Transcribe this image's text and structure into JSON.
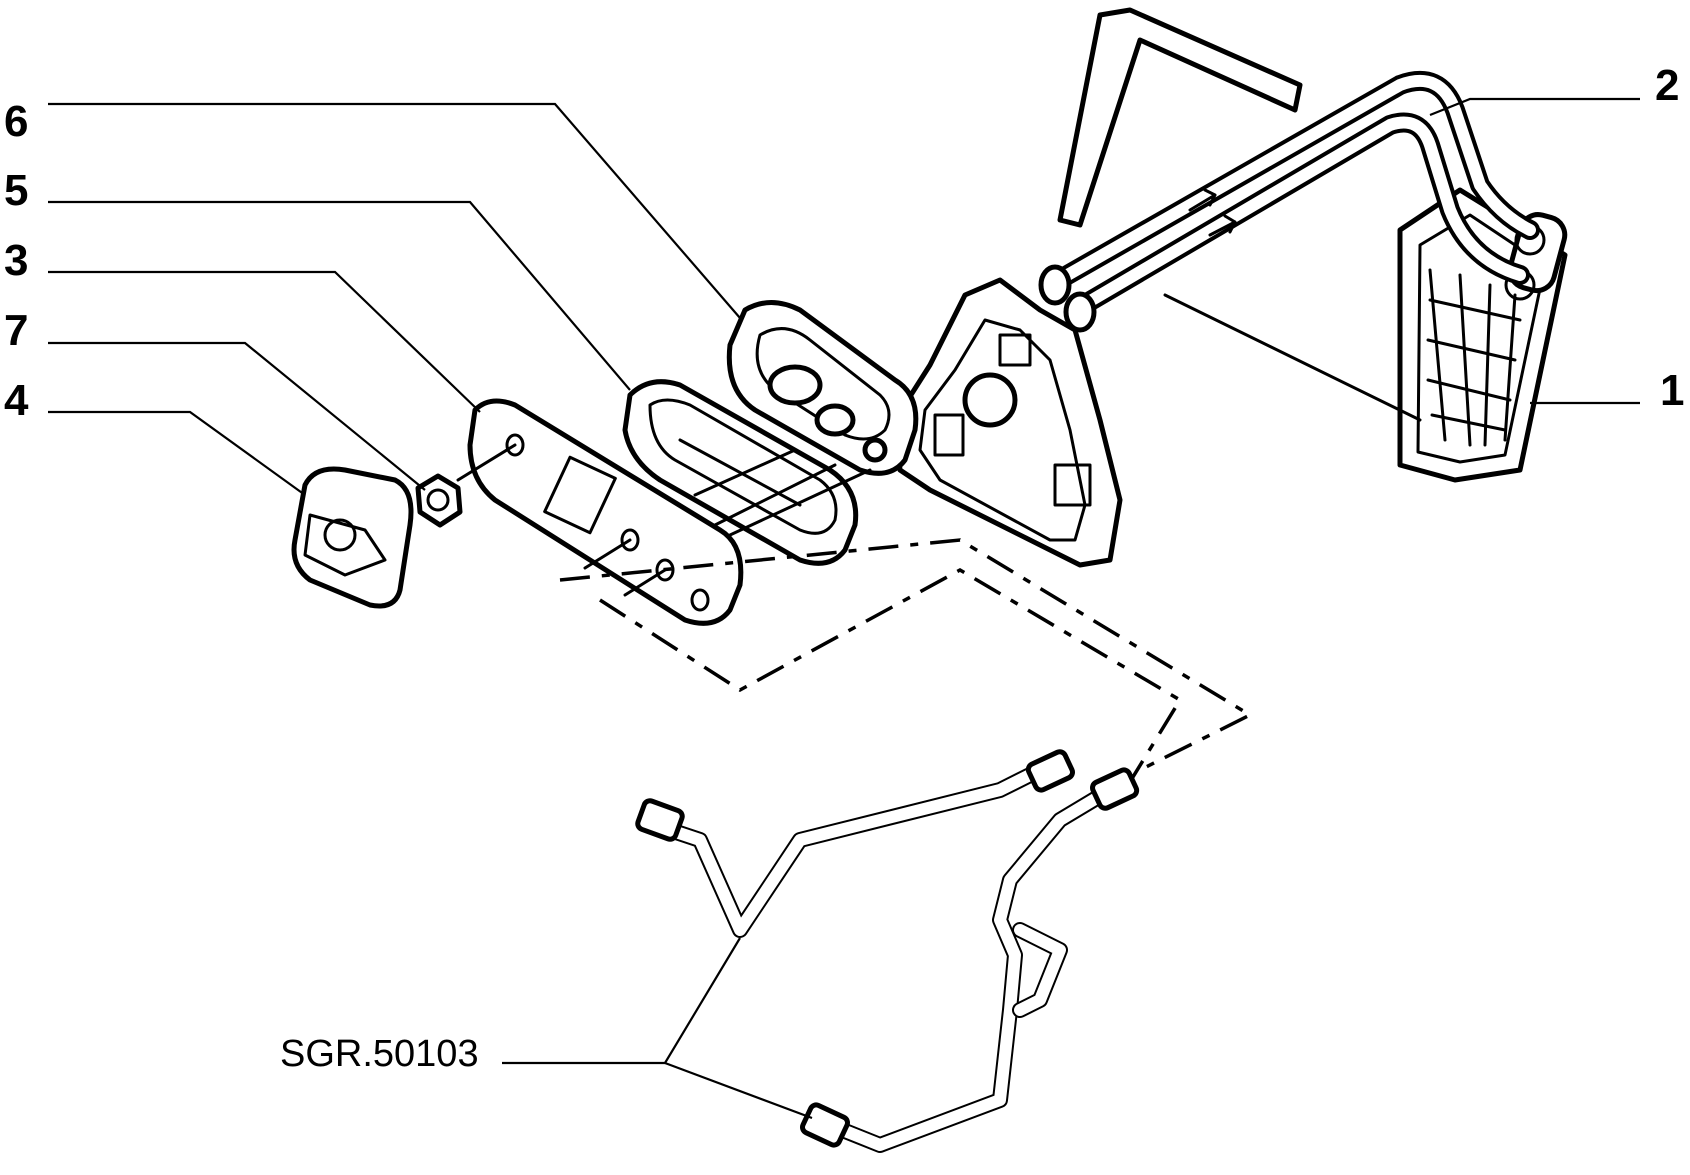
{
  "callouts": [
    {
      "id": "1",
      "label": "1"
    },
    {
      "id": "2",
      "label": "2"
    },
    {
      "id": "3",
      "label": "3"
    },
    {
      "id": "4",
      "label": "4"
    },
    {
      "id": "5",
      "label": "5"
    },
    {
      "id": "6",
      "label": "6"
    },
    {
      "id": "7",
      "label": "7"
    }
  ],
  "reference": {
    "label": "SGR.50103"
  }
}
